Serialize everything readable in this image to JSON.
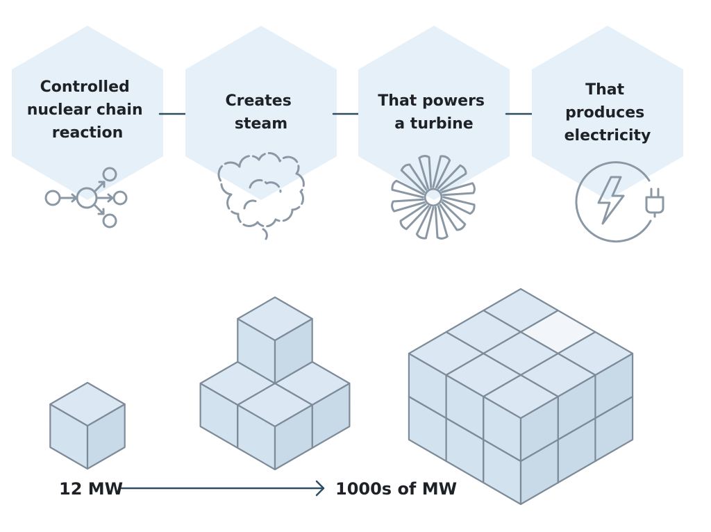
{
  "steps": [
    {
      "id": "reaction",
      "lines": [
        "Controlled",
        "nuclear chain",
        "reaction"
      ],
      "icon": "chain-reaction-icon"
    },
    {
      "id": "steam",
      "lines": [
        "Creates",
        "steam"
      ],
      "icon": "steam-cloud-icon"
    },
    {
      "id": "turbine",
      "lines": [
        "That powers",
        "a turbine"
      ],
      "icon": "turbine-icon"
    },
    {
      "id": "electricity",
      "lines": [
        "That",
        "produces",
        "electricity"
      ],
      "icon": "electricity-plug-icon"
    }
  ],
  "scale": {
    "from_label": "12 MW",
    "to_label": "1000s of MW"
  },
  "colors": {
    "hexagon": "#e6f0f8",
    "arrow": "#2d4d63",
    "icon": "#8a98a6",
    "text": "#1e2227",
    "cube_edge": "#7d8b99"
  }
}
